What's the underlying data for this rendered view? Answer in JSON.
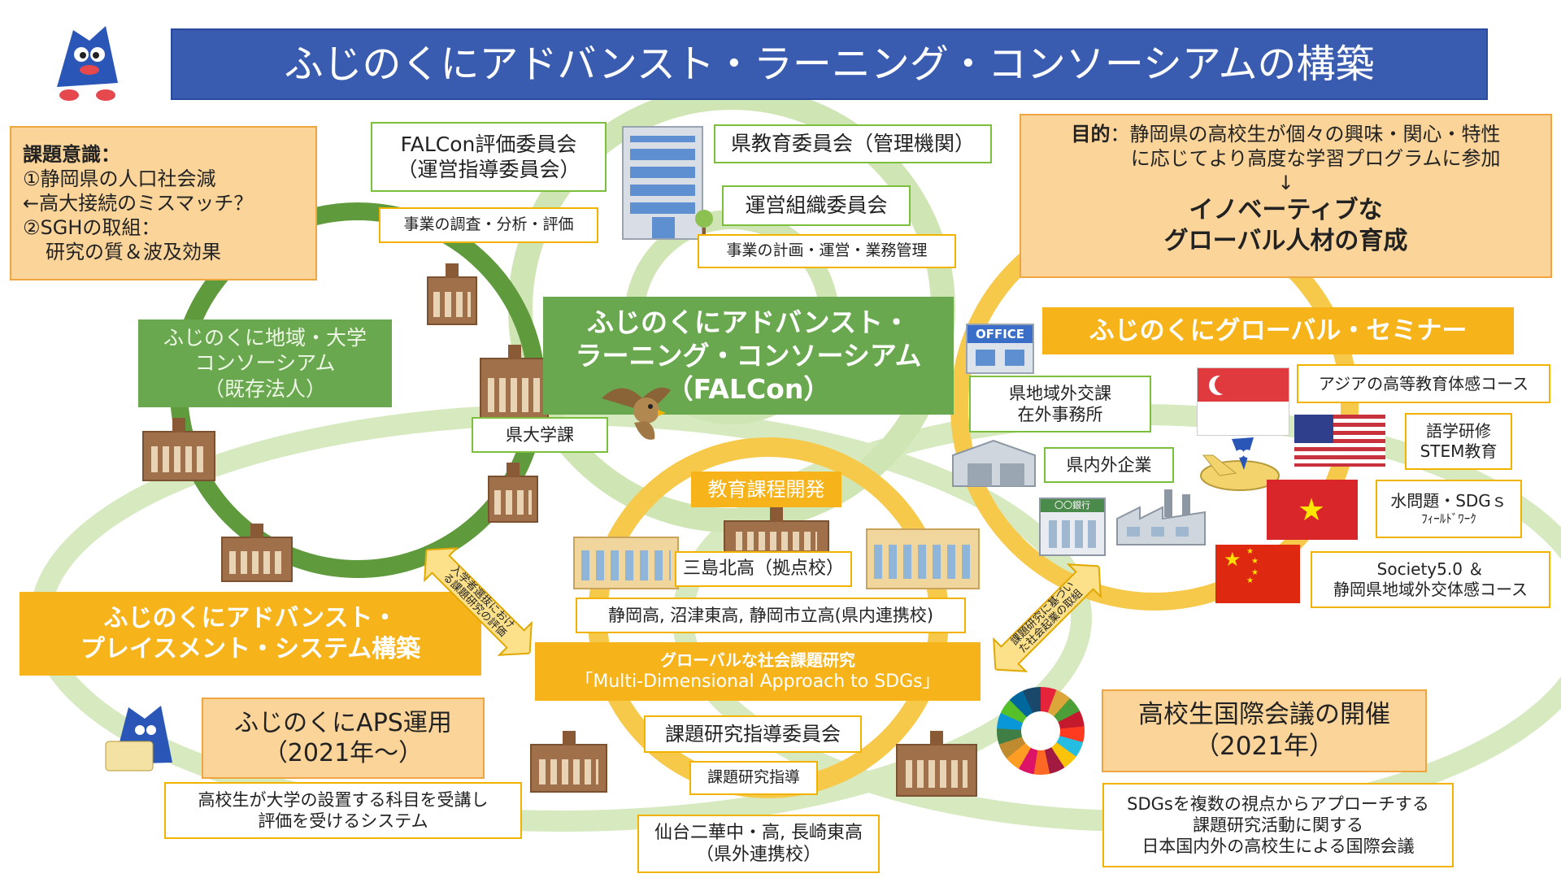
{
  "title": "ふじのくにアドバンスト・ラーニング・コンソーシアムの構築",
  "issue": {
    "heading": "課題意識：",
    "lines": [
      "①静岡県の人口社会減",
      "←高大接続のミスマッチ？",
      "②SGHの取組：",
      "研究の質＆波及効果"
    ]
  },
  "falcon_eval": {
    "lines": [
      "FALCon評価委員会",
      "（運営指導委員会）"
    ]
  },
  "survey": "事業の調査・分析・評価",
  "pref_board": "県教育委員会（管理機関）",
  "steering": "運営組織委員会",
  "planning": "事業の計画・運営・業務管理",
  "purpose": {
    "label": "目的",
    "lines": [
      "：静岡県の高校生が個々の興味・関心・特性",
      "に応じてより高度な学習プログラムに参加",
      "↓"
    ],
    "goal": [
      "イノベーティブな",
      "グローバル人材の育成"
    ]
  },
  "regional_consortium": [
    "ふじのくに地域・大学",
    "コンソーシアム",
    "（既存法人）"
  ],
  "falcon_main": [
    "ふじのくにアドバンスト・",
    "ラーニング・コンソーシアム",
    "（FALCon）"
  ],
  "office_sign": "OFFICE",
  "global_seminar": "ふじのくにグローバル・セミナー",
  "intl_office": [
    "県地域外交課",
    "在外事務所"
  ],
  "university_div": "県大学課",
  "companies": "県内外企業",
  "bank_sign": "〇〇銀行",
  "seminar_courses": [
    {
      "flag": "singapore",
      "lines": [
        "アジアの高等教育体感コース"
      ]
    },
    {
      "flag": "usa",
      "lines": [
        "語学研修",
        "STEM教育"
      ]
    },
    {
      "flag": "vietnam",
      "lines": [
        "水問題・SDGｓ",
        "ﾌｨｰﾙﾄﾞﾜｰｸ"
      ]
    },
    {
      "flag": "china",
      "lines": [
        "Society5.0 ＆",
        "静岡県地域外交体感コース"
      ]
    }
  ],
  "curriculum": "教育課程開発",
  "hub_school": "三島北高（拠点校）",
  "partner_schools": "静岡高, 沼津東高, 静岡市立高(県内連携校)",
  "placement": [
    "ふじのくにアドバンスト・",
    "プレイスメント・システム構築"
  ],
  "arrow_left": [
    "入学者選抜におけ",
    "る課題研究の評価"
  ],
  "arrow_right": [
    "課題研究に基づい",
    "た社会起業の取組"
  ],
  "research": {
    "line1": "グローバルな社会課題研究",
    "line2": "「Multi-Dimensional Approach to SDGs」"
  },
  "aps": {
    "lines": [
      "ふじのくにAPS運用",
      "（2021年～）"
    ],
    "desc": [
      "高校生が大学の設置する科目を受講し",
      "評価を受けるシステム"
    ]
  },
  "research_committee": "課題研究指導委員会",
  "research_guidance": "課題研究指導",
  "external_schools": [
    "仙台二華中・高, 長崎東高",
    "（県外連携校）"
  ],
  "conference": {
    "lines": [
      "高校生国際会議の開催",
      "（2021年）"
    ],
    "desc": [
      "SDGsを複数の視点からアプローチする",
      "課題研究活動に関する",
      "日本国内外の高校生による国際会議"
    ]
  },
  "colors": {
    "title_bg": "#3a5cb0",
    "green": "#6aa84f",
    "gold": "#f7b31a",
    "peach": "#fbd49a",
    "ring_light": "#d8ebc0"
  }
}
